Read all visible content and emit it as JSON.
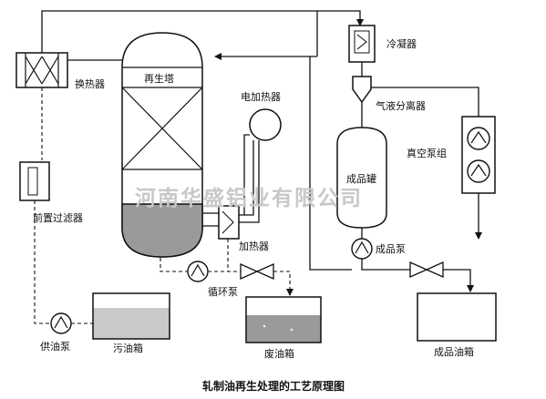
{
  "labels": {
    "regen_tower": "再生塔",
    "condenser": "冷凝器",
    "heat_exchanger": "换热器",
    "electric_heater": "电加热器",
    "gas_liquid_separator": "气液分离器",
    "product_tank": "成品罐",
    "vacuum_pump_group": "真空泵组",
    "pre_filter": "前置过滤器",
    "heater": "加热器",
    "product_pump": "成品泵",
    "circulation_pump": "循环泵",
    "feed_pump": "供油泵",
    "dirty_oil_tank": "污油箱",
    "waste_oil_tank": "废油箱",
    "product_oil_tank": "成品油箱"
  },
  "caption": "轧制油再生处理的工艺原理图",
  "watermark": "河南华盛铝业有限公司",
  "colors": {
    "line": "#111111",
    "liquid_fill": "#9a9a9a",
    "tank_fill": "#c9c9c9",
    "watermark": "#c8c8c8"
  }
}
